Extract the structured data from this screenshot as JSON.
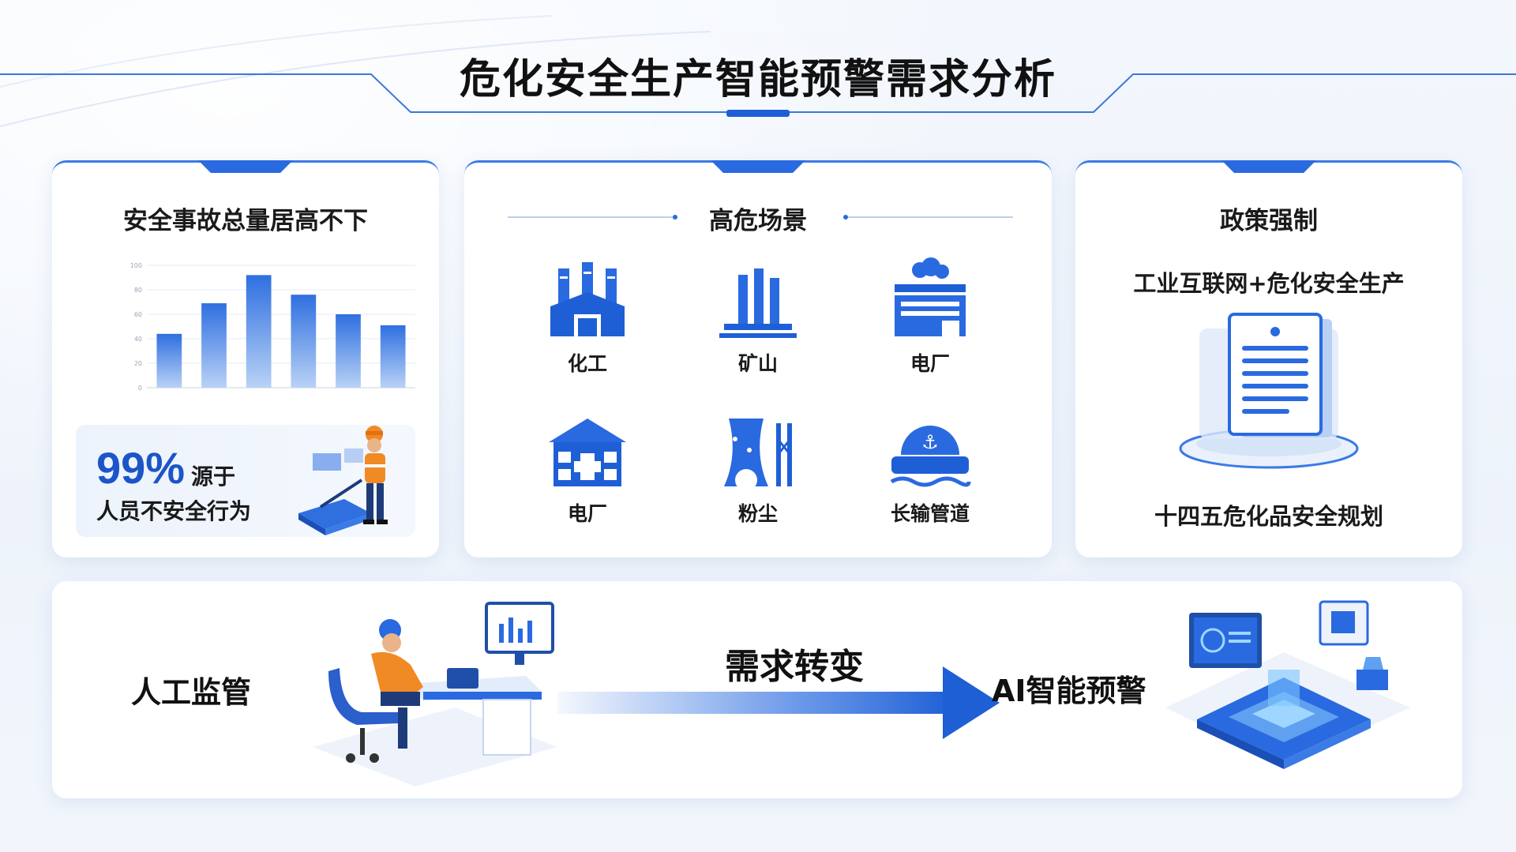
{
  "title": "危化安全生产智能预警需求分析",
  "colors": {
    "accent": "#1f5fd6",
    "accent_light": "#9fc0f2",
    "worker_orange": "#f08a24",
    "card_bg": "#ffffff",
    "page_bg": "#f1f5fc"
  },
  "accidents": {
    "title": "安全事故总量居高不下",
    "stat_value": "99%",
    "stat_suffix": "源于",
    "stat_line2": "人员不安全行为",
    "illustration": "worker-inspecting-icon"
  },
  "chart_data": {
    "type": "bar",
    "categories": [
      "",
      "",
      "",
      "",
      "",
      ""
    ],
    "values": [
      44,
      69,
      92,
      76,
      60,
      51
    ],
    "ylim": [
      0,
      100
    ],
    "yticks": [
      0,
      20,
      40,
      60,
      80,
      100
    ],
    "grid": true,
    "title": "",
    "xlabel": "",
    "ylabel": ""
  },
  "scenes": {
    "title": "高危场景",
    "items": [
      {
        "label": "化工",
        "icon": "chemical-plant-icon"
      },
      {
        "label": "矿山",
        "icon": "mine-icon"
      },
      {
        "label": "电厂",
        "icon": "power-plant-icon"
      },
      {
        "label": "电厂",
        "icon": "power-station-icon"
      },
      {
        "label": "粉尘",
        "icon": "dust-icon"
      },
      {
        "label": "长输管道",
        "icon": "pipeline-icon"
      }
    ]
  },
  "policy": {
    "title": "政策强制",
    "subtitle": "工业互联网+危化安全生产",
    "document_icon": "policy-document-icon",
    "bottom": "十四五危化品安全规划"
  },
  "shift": {
    "left_label": "人工监管",
    "middle_label": "需求转变",
    "right_label": "AI智能预警",
    "left_illustration": "manual-monitoring-icon",
    "right_illustration": "ai-platform-icon"
  }
}
